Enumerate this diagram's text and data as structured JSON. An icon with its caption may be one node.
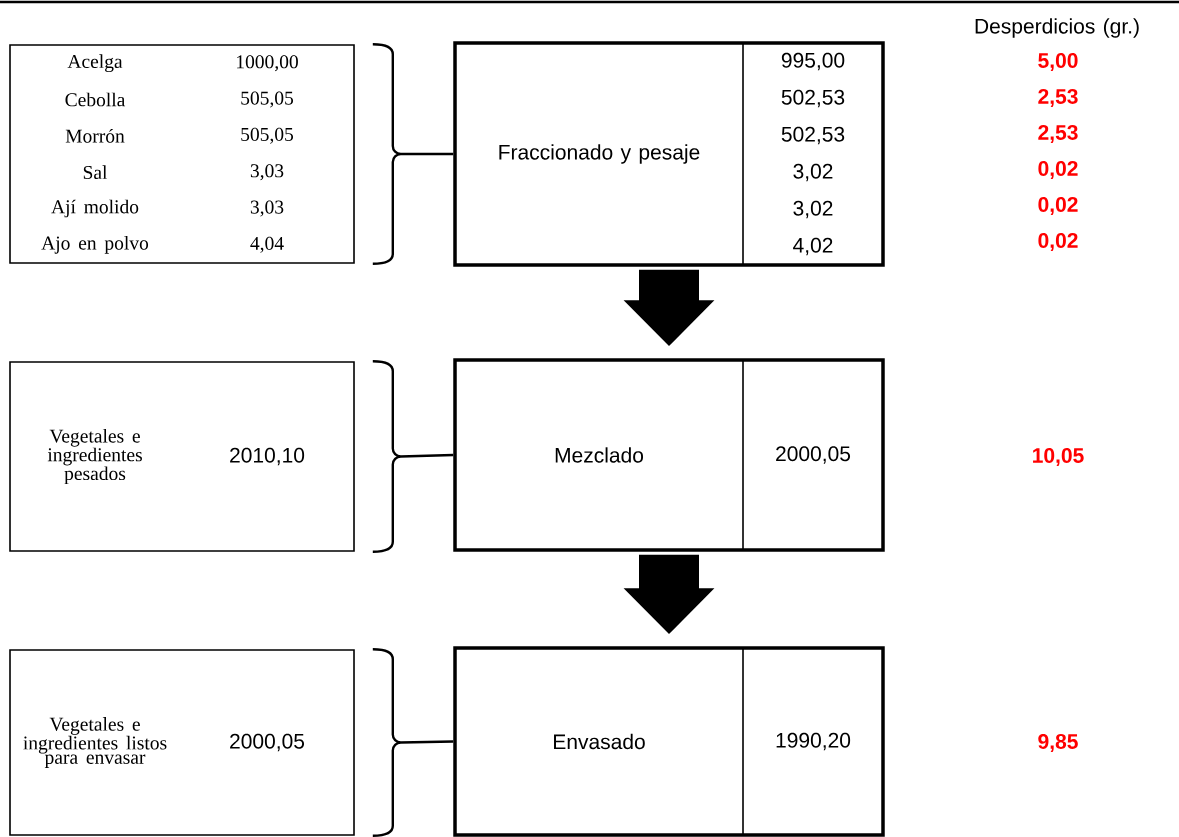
{
  "diagram": {
    "nodes": [
      {
        "text": [
          "Acelga",
          "1000,00",
          "Cebolla",
          "505,05",
          "Morrón",
          "505,05",
          "Sal",
          "3,03",
          "Ají molido",
          "3,03",
          "Ajo en polvo",
          "4,04"
        ]
      },
      {
        "text": [
          "Fraccionado y pesaje",
          "995,00",
          "502,53",
          "502,53",
          "3,02",
          "3,02",
          "4,02"
        ]
      },
      {
        "text": [
          "Vegetales e ingredientes pesados",
          "2010,10"
        ]
      },
      {
        "text": [
          "Mezclado",
          "2000,05"
        ]
      },
      {
        "text": [
          "Vegetales e ingredientes listos para envasar",
          "2000,05"
        ]
      },
      {
        "text": [
          "Envasado",
          "1990,20"
        ]
      }
    ],
    "edges": [
      {
        "from": 0,
        "to": 1,
        "arrow": "none"
      },
      {
        "from": 1,
        "to": 3,
        "arrow": "to",
        "style": "thick"
      },
      {
        "from": 2,
        "to": 3,
        "arrow": "none"
      },
      {
        "from": 3,
        "to": 5,
        "arrow": "to",
        "style": "thick"
      },
      {
        "from": 4,
        "to": 5,
        "arrow": "none"
      }
    ],
    "labels": [
      "Desperdicios (gr.)",
      "5,00",
      "2,53",
      "2,53",
      "0,02",
      "0,02",
      "0,02",
      "10,05",
      "9,85"
    ]
  }
}
